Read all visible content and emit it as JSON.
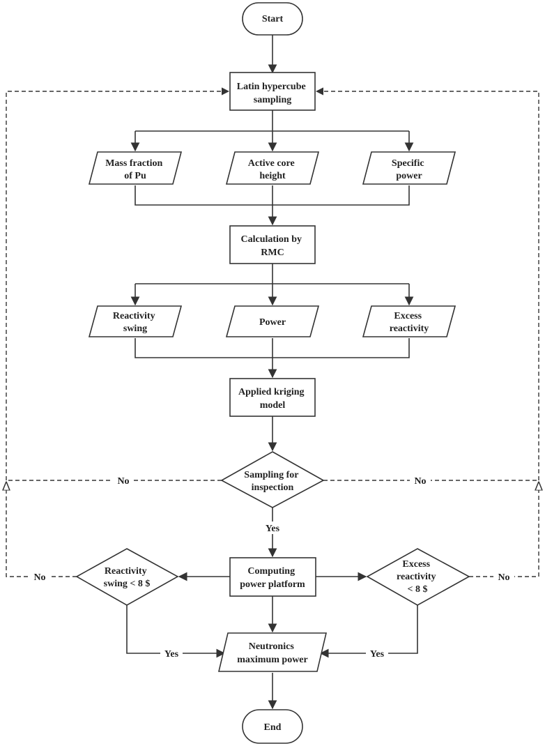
{
  "nodes": {
    "start": [
      "Start"
    ],
    "lhs": [
      "Latin hypercube",
      "sampling"
    ],
    "mass_pu": [
      "Mass fraction",
      "of Pu"
    ],
    "core_height": [
      "Active core",
      "height"
    ],
    "spec_power": [
      "Specific",
      "power"
    ],
    "rmc": [
      "Calculation by",
      "RMC"
    ],
    "react_swing": [
      "Reactivity",
      "swing"
    ],
    "power": [
      "Power"
    ],
    "excess": [
      "Excess",
      "reactivity"
    ],
    "kriging": [
      "Applied kriging",
      "model"
    ],
    "inspection": [
      "Sampling for",
      "inspection"
    ],
    "platform": [
      "Computing",
      "power platform"
    ],
    "swing_check": [
      "Reactivity",
      "swing < 8 $"
    ],
    "excess_check": [
      "Excess",
      "reactivity",
      "< 8 $"
    ],
    "max_power": [
      "Neutronics",
      "maximum power"
    ],
    "end": [
      "End"
    ]
  },
  "edges": {
    "inspection_yes": "Yes",
    "inspection_no_left": "No",
    "inspection_no_right": "No",
    "swing_no": "No",
    "swing_yes": "Yes",
    "excess_no": "No",
    "excess_yes": "Yes"
  }
}
